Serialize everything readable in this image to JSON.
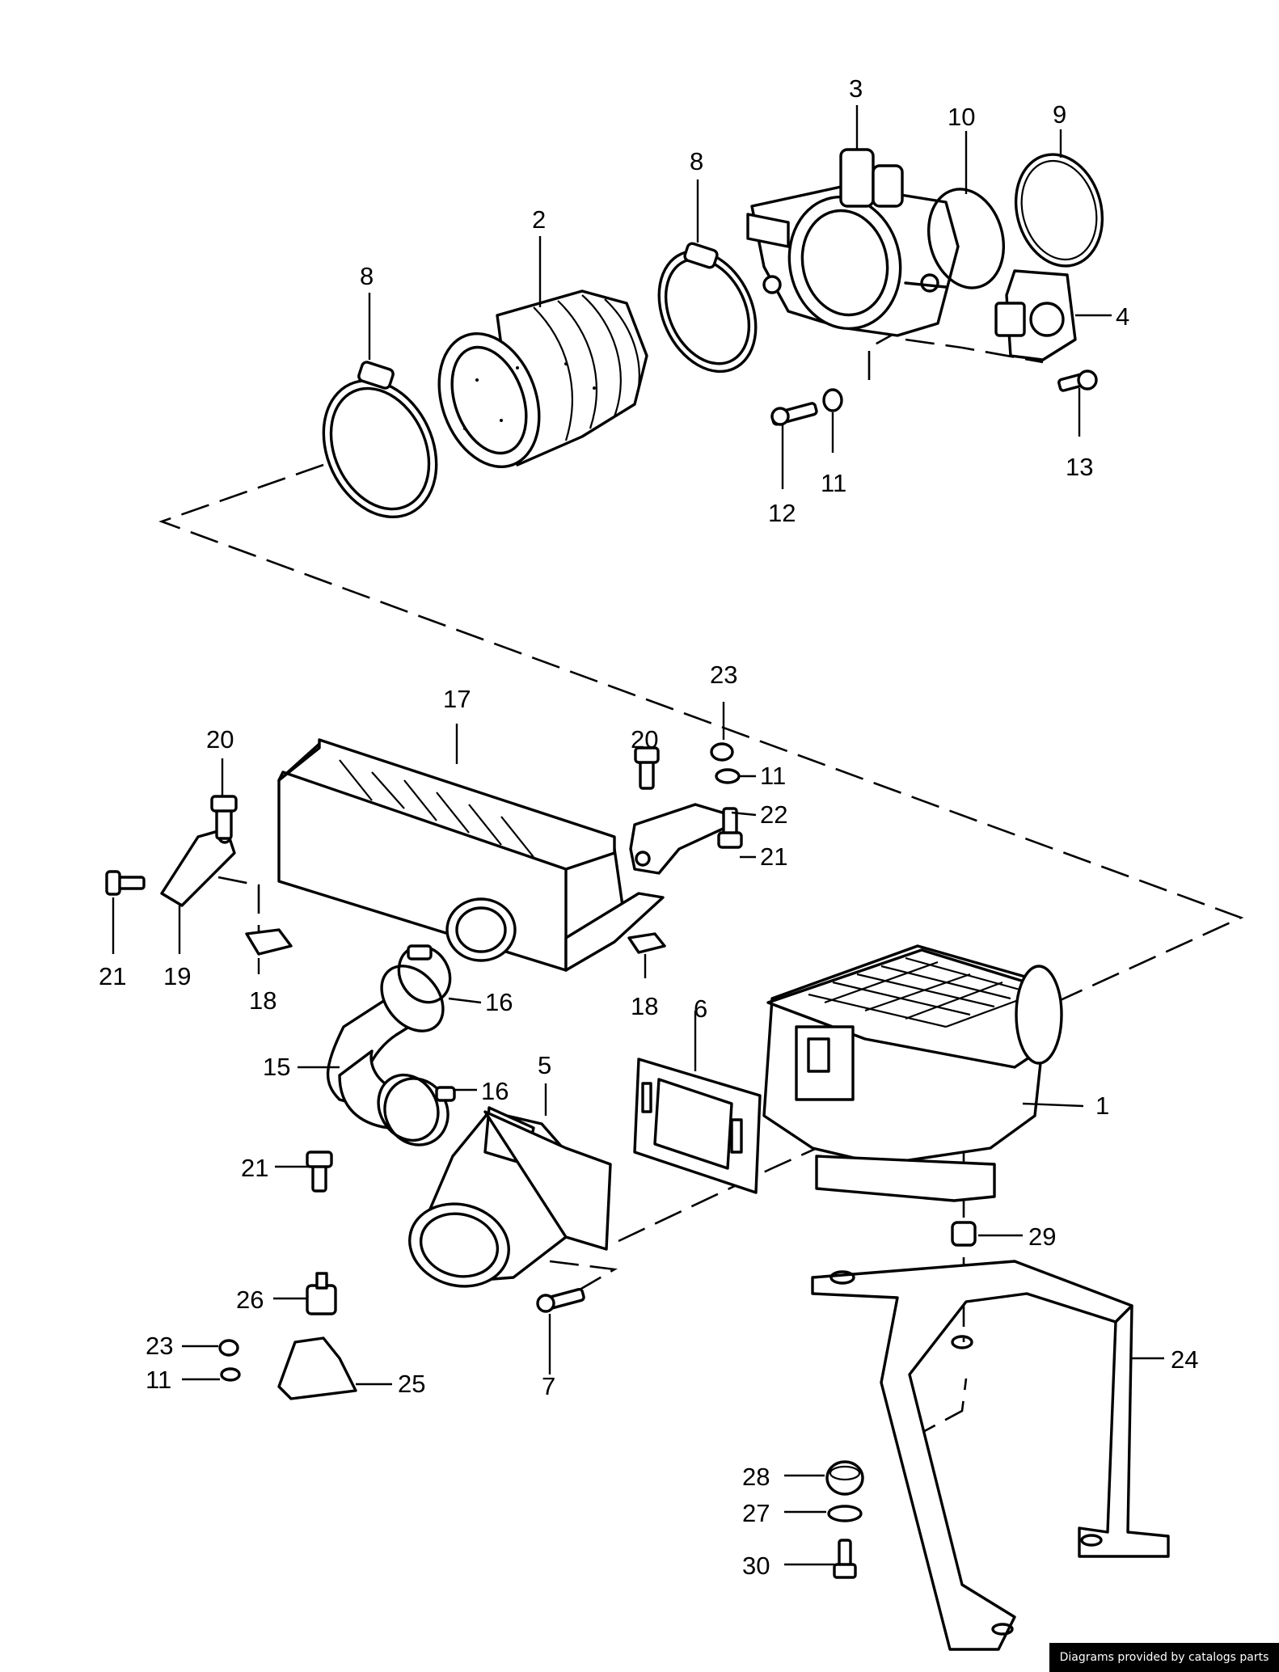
{
  "diagram": {
    "callouts": {
      "p1": "1",
      "p2": "2",
      "p3": "3",
      "p4": "4",
      "p5": "5",
      "p6": "6",
      "p7": "7",
      "p8a": "8",
      "p8b": "8",
      "p9": "9",
      "p10": "10",
      "p11a": "11",
      "p11b": "11",
      "p11c": "11",
      "p12": "12",
      "p13": "13",
      "p15": "15",
      "p16a": "16",
      "p16b": "16",
      "p17": "17",
      "p18a": "18",
      "p18b": "18",
      "p19": "19",
      "p20a": "20",
      "p20b": "20",
      "p21a": "21",
      "p21b": "21",
      "p21c": "21",
      "p22": "22",
      "p23a": "23",
      "p23b": "23",
      "p24": "24",
      "p25": "25",
      "p26": "26",
      "p27": "27",
      "p28": "28",
      "p29": "29",
      "p30": "30"
    },
    "credit": "Diagrams provided by catalogs parts"
  }
}
